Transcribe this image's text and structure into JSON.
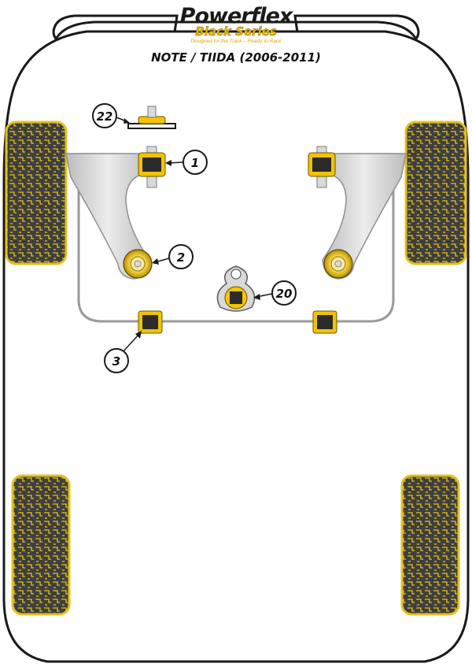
{
  "brand": {
    "name": "Powerflex",
    "series": "Black Series",
    "tagline": "Designed for the Track – Ready to Race"
  },
  "model": {
    "title": "NOTE / TIIDA (2006-2011)"
  },
  "colors": {
    "tire_fill": "#3f3f3f",
    "tire_tread": "#e3c21c",
    "bush_yellow": "#f2c400",
    "bush_dark": "#2b2b2b",
    "arm_grey": "#d9d9d9",
    "outline_grey": "#8f8f8f"
  },
  "callouts": [
    {
      "id": "callout-1",
      "label": "1"
    },
    {
      "id": "callout-2",
      "label": "2"
    },
    {
      "id": "callout-3",
      "label": "3"
    },
    {
      "id": "callout-20",
      "label": "20"
    },
    {
      "id": "callout-22",
      "label": "22"
    }
  ]
}
